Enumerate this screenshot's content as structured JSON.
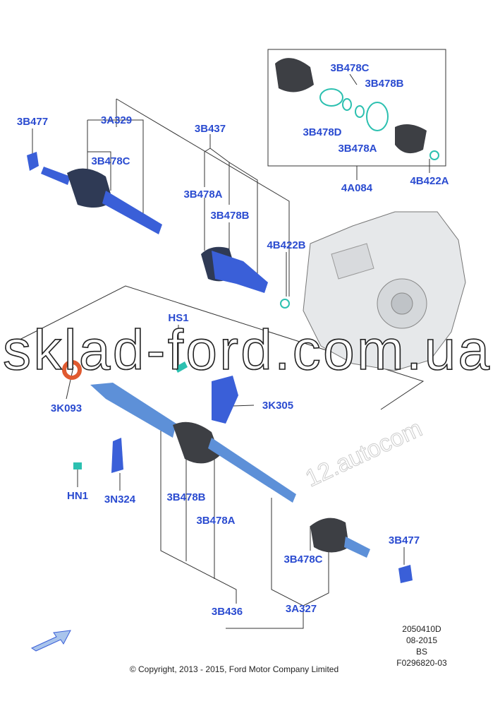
{
  "labels": {
    "l_3B477_top": "3B477",
    "l_3A329": "3A329",
    "l_3B437": "3B437",
    "l_3B478C_top": "3B478C",
    "l_3B478A_top": "3B478A",
    "l_3B478B_top": "3B478B",
    "l_4B422B": "4B422B",
    "inset_3B478C": "3B478C",
    "inset_3B478B": "3B478B",
    "inset_3B478D": "3B478D",
    "inset_3B478A": "3B478A",
    "l_4A084": "4A084",
    "l_4B422A": "4B422A",
    "l_HS1": "HS1",
    "l_3K093": "3K093",
    "l_3K305": "3K305",
    "l_HN1": "HN1",
    "l_3N324": "3N324",
    "l_3B478B_bot": "3B478B",
    "l_3B478A_bot": "3B478A",
    "l_3B477_bot": "3B477",
    "l_3B478C_bot": "3B478C",
    "l_3B436": "3B436",
    "l_3A327": "3A327"
  },
  "watermark": "sklad-ford.com.ua",
  "watermark_secondary": "12.autocom",
  "info": {
    "code": "2050410D",
    "date": "08-2015",
    "region": "BS",
    "figure": "F0296820-03"
  },
  "copyright": "© Copyright, 2013 - 2015, Ford Motor Company Limited",
  "colors": {
    "label": "#2a4bd0",
    "part": "#3a5fd8",
    "seal": "#2cc0b0",
    "oring": "#e05a30"
  }
}
